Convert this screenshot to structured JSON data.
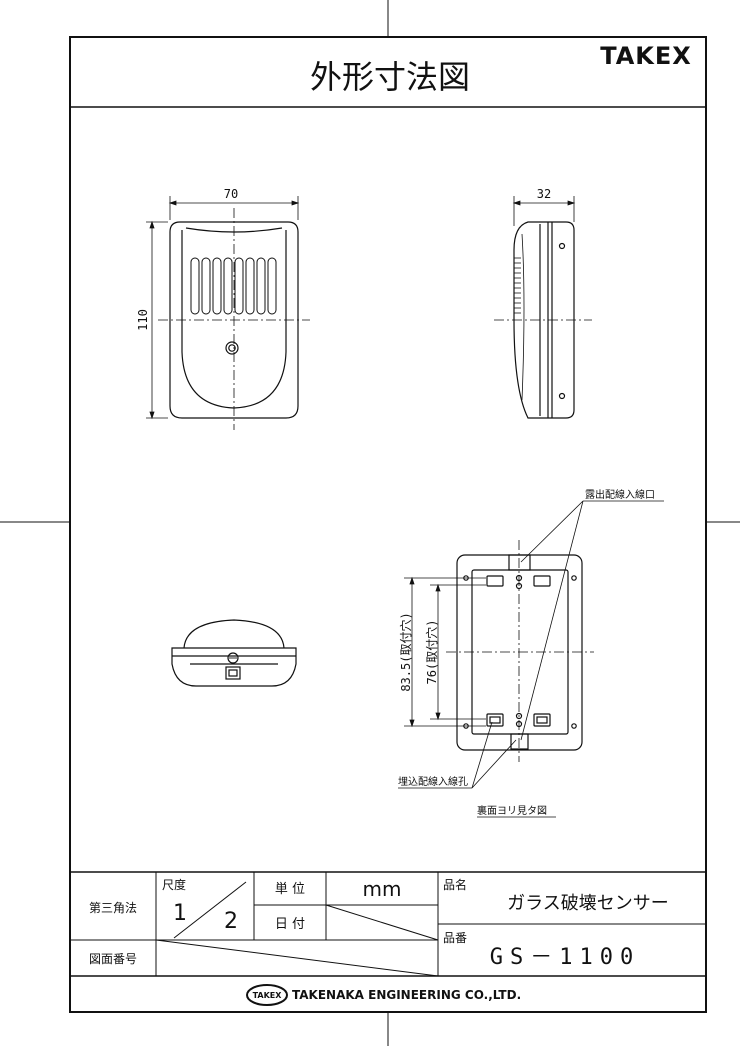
{
  "header": {
    "title": "外形寸法図",
    "brand": "TAKEX"
  },
  "dimensions": {
    "front_width": "70",
    "front_height": "110",
    "side_depth": "32",
    "back_mount_outer": "83.5(取付穴)",
    "back_mount_inner": "76(取付穴)"
  },
  "annotations": {
    "exposed_wiring": "露出配線入線口",
    "embedded_wiring": "埋込配線入線孔",
    "rear_view": "裏面ヨリ見タ図"
  },
  "title_block": {
    "projection": "第三角法",
    "scale_label": "尺度",
    "scale_num": "1",
    "scale_den": "2",
    "unit_label": "単 位",
    "unit_value": "mm",
    "date_label": "日 付",
    "drawing_no_label": "図面番号",
    "product_name_label": "品名",
    "product_name": "ガラス破壊センサー",
    "product_no_label": "品番",
    "product_no": "GS－1100"
  },
  "footer": {
    "logo_badge": "TAKEX",
    "company": "TAKENAKA ENGINEERING CO.,LTD."
  },
  "colors": {
    "line": "#111111",
    "background": "#ffffff"
  }
}
